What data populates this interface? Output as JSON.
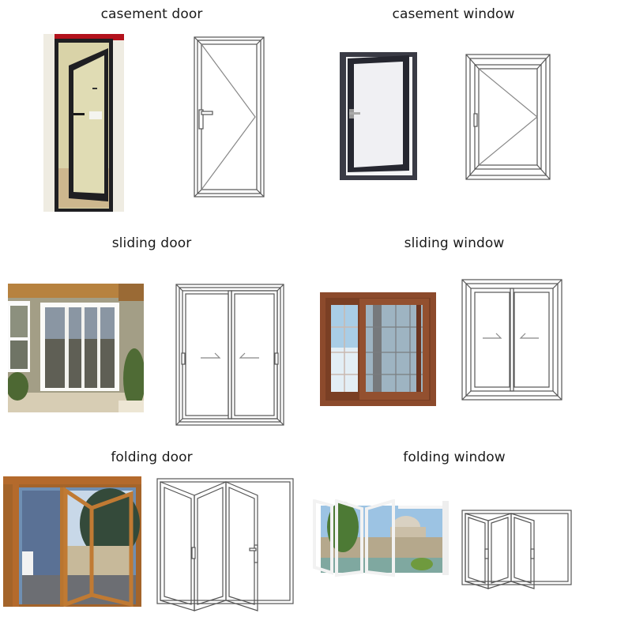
{
  "sections": [
    {
      "id": "casement-door",
      "title": "casement door",
      "photo": "dark aluminium hinged door, open",
      "drawing": "single casement door with handle and opening triangle"
    },
    {
      "id": "casement-window",
      "title": "casement window",
      "photo": "dark grey casement window, open",
      "drawing": "single casement window with opening triangle"
    },
    {
      "id": "sliding-door",
      "title": "sliding door",
      "photo": "white sliding patio door in beige wall",
      "drawing": "two-panel sliding door with arrows"
    },
    {
      "id": "sliding-window",
      "title": "sliding window",
      "photo": "wood-grain sliding window with grid",
      "drawing": "two-panel sliding window with arrows"
    },
    {
      "id": "folding-door",
      "title": "folding door",
      "photo": "wooden bi-fold door opening to courtyard",
      "drawing": "three-panel folding door"
    },
    {
      "id": "folding-window",
      "title": "folding window",
      "photo": "white folding window with view of dome",
      "drawing": "three-panel folding window"
    }
  ],
  "colors": {
    "line": "#555555",
    "dark_frame": "#2b2b33",
    "wood": "#8a4a2b",
    "wood_light": "#b8742f",
    "glass": "#dfe9ee",
    "sky": "#a9cde6"
  }
}
